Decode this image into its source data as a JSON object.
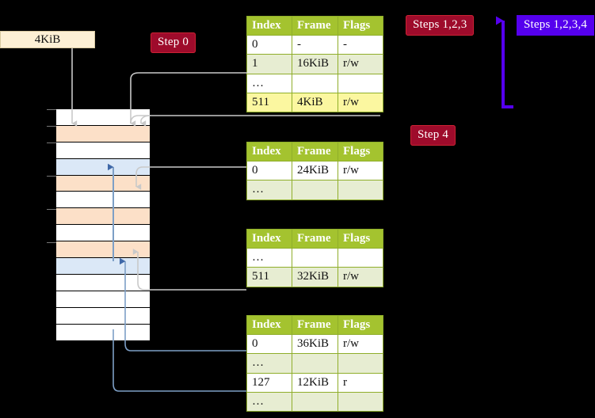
{
  "labels": {
    "step0": "Step 0",
    "step4": "Step 4",
    "steps123": "Steps 1,2,3",
    "steps1234": "Steps 1,2,3,4",
    "page_size": "4KiB"
  },
  "colors": {
    "badge_red": "#9e0b2b",
    "badge_purple": "#5500ee",
    "table_header": "#a4c32f",
    "table_alt_row": "#e7edd2",
    "highlight": "#fbf7a0",
    "mem_orange": "#fce0c8",
    "mem_blue": "#dbe8f7",
    "page_box": "#fdf0d5",
    "wire_gray": "#b9b9b9",
    "wire_blue": "#7d9fc6"
  },
  "columns": [
    "Index",
    "Frame",
    "Flags"
  ],
  "tables": [
    {
      "name": "level-1-page-table",
      "rows": [
        {
          "index": "0",
          "frame": "-",
          "flags": "-",
          "style": "row-plain"
        },
        {
          "index": "1",
          "frame": "16KiB",
          "flags": "r/w",
          "style": "row-alt"
        },
        {
          "index": "…",
          "frame": "",
          "flags": "",
          "style": "row-plain"
        },
        {
          "index": "511",
          "frame": "4KiB",
          "flags": "r/w",
          "style": "hl"
        }
      ]
    },
    {
      "name": "level-2-page-table",
      "rows": [
        {
          "index": "0",
          "frame": "24KiB",
          "flags": "r/w",
          "style": "row-plain"
        },
        {
          "index": "…",
          "frame": "",
          "flags": "",
          "style": "row-alt"
        }
      ]
    },
    {
      "name": "level-3-page-table",
      "rows": [
        {
          "index": "…",
          "frame": "",
          "flags": "",
          "style": "row-plain"
        },
        {
          "index": "511",
          "frame": "32KiB",
          "flags": "r/w",
          "style": "row-alt"
        }
      ]
    },
    {
      "name": "level-4-page-table",
      "rows": [
        {
          "index": "0",
          "frame": "36KiB",
          "flags": "r/w",
          "style": "row-plain"
        },
        {
          "index": "…",
          "frame": "",
          "flags": "",
          "style": "row-alt"
        },
        {
          "index": "127",
          "frame": "12KiB",
          "flags": "r",
          "style": "row-plain"
        },
        {
          "index": "…",
          "frame": "",
          "flags": "",
          "style": "row-alt"
        }
      ]
    }
  ],
  "memory_rows": [
    {
      "fill": "fill-white"
    },
    {
      "fill": "fill-orange"
    },
    {
      "fill": "fill-white"
    },
    {
      "fill": "fill-blue"
    },
    {
      "fill": "fill-orange"
    },
    {
      "fill": "fill-white"
    },
    {
      "fill": "fill-orange"
    },
    {
      "fill": "fill-white"
    },
    {
      "fill": "fill-orange"
    },
    {
      "fill": "fill-blue"
    },
    {
      "fill": "fill-white"
    },
    {
      "fill": "fill-white"
    },
    {
      "fill": "fill-white"
    },
    {
      "fill": "fill-white"
    }
  ]
}
